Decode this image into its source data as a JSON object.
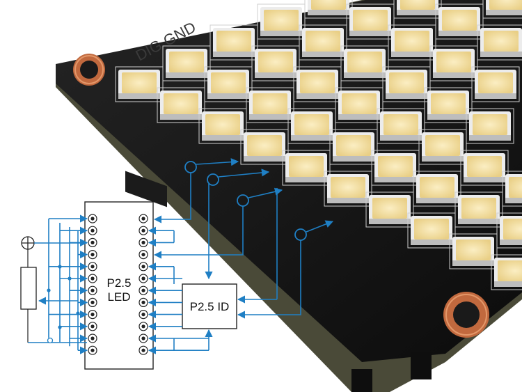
{
  "image": {
    "subject": "LED matrix board with wiring schematic overlay",
    "colors": {
      "board": "#161616",
      "led_chip": "#f4e2a8",
      "led_frame": "#f2f2f2",
      "copper_ring": "#c1693e",
      "wire": "#1f7fc4"
    }
  },
  "diagram": {
    "led_block_label": "P2.5\nLED",
    "led_block_line1": "P2.5",
    "led_block_line2": "LED",
    "id_block_label": "P2.5 ID"
  },
  "board": {
    "silkscreen_text": "DIG GND"
  }
}
